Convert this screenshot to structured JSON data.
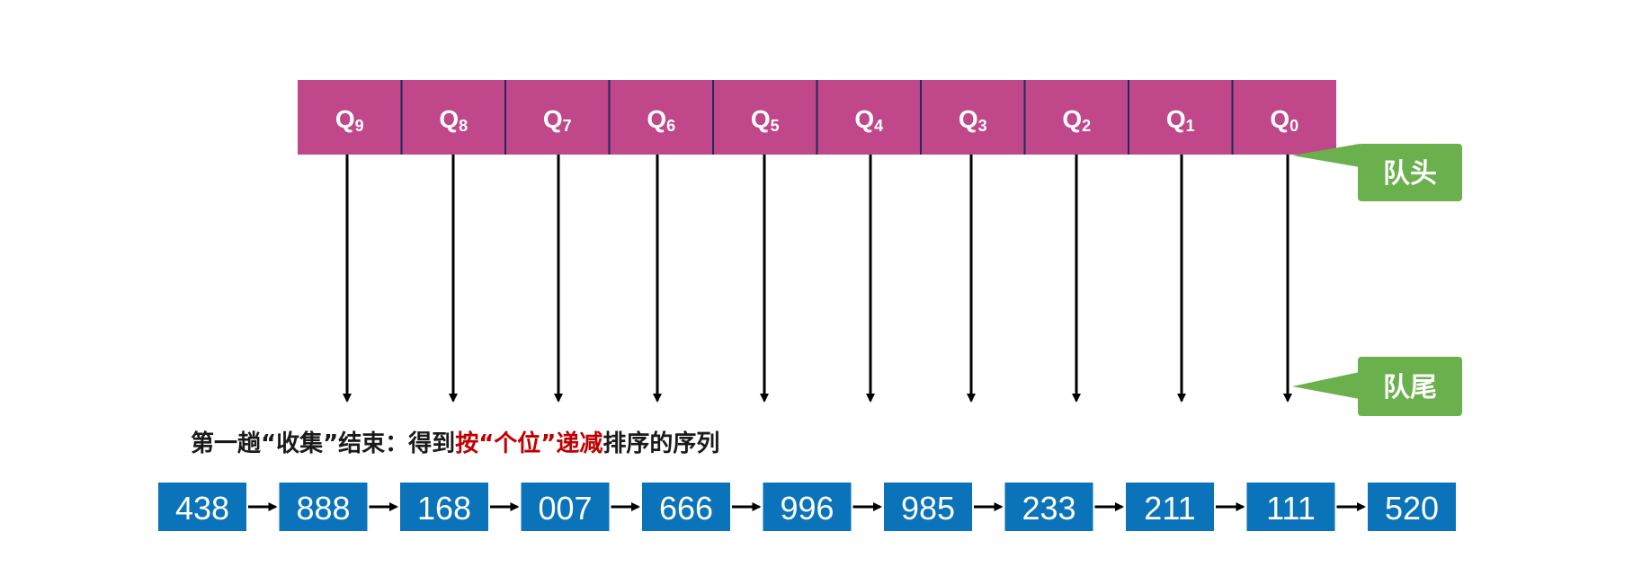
{
  "queues": [
    {
      "letter": "Q",
      "sub": "9"
    },
    {
      "letter": "Q",
      "sub": "8"
    },
    {
      "letter": "Q",
      "sub": "7"
    },
    {
      "letter": "Q",
      "sub": "6"
    },
    {
      "letter": "Q",
      "sub": "5"
    },
    {
      "letter": "Q",
      "sub": "4"
    },
    {
      "letter": "Q",
      "sub": "3"
    },
    {
      "letter": "Q",
      "sub": "2"
    },
    {
      "letter": "Q",
      "sub": "1"
    },
    {
      "letter": "Q",
      "sub": "0"
    }
  ],
  "tags": {
    "head": "队头",
    "tail": "队尾"
  },
  "caption": {
    "part1": "第一趟“收集”结束：得到",
    "part2": "按“个位”递减",
    "part3": "排序的序列"
  },
  "sequence": [
    "438",
    "888",
    "168",
    "007",
    "666",
    "996",
    "985",
    "233",
    "211",
    "111",
    "520"
  ],
  "colors": {
    "queue_fill": "#c0478a",
    "queue_divider": "#1f2a5c",
    "tag_fill": "#6ab04c",
    "num_fill": "#0a73b9",
    "highlight": "#c00000"
  }
}
